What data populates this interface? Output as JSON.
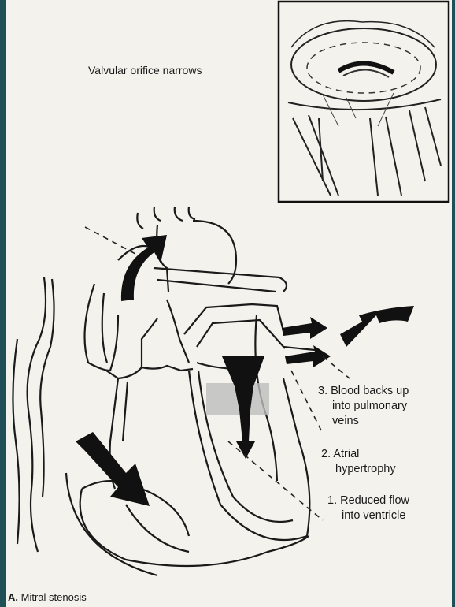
{
  "inset": {
    "title": "Valvular orifice narrows"
  },
  "labels": {
    "step3_line1": "3. Blood backs up",
    "step3_line2": "into pulmonary",
    "step3_line3": "veins",
    "step2_line1": "2. Atrial",
    "step2_line2": "hypertrophy",
    "step1_line1": "1. Reduced flow",
    "step1_line2": "into ventricle"
  },
  "caption": {
    "letter": "A.",
    "text": "Mitral stenosis"
  },
  "colors": {
    "background": "#f4f2ec",
    "border": "#1f4f57",
    "ink": "#1a1a1a"
  }
}
